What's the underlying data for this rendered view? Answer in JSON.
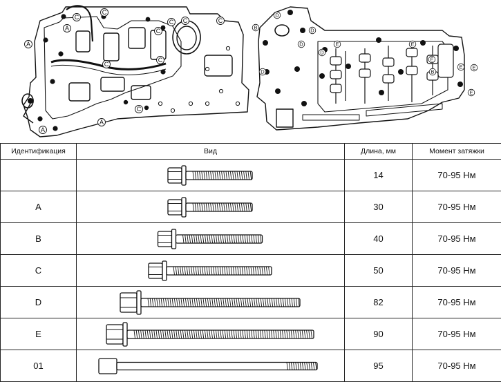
{
  "callouts_left": [
    "C",
    "C",
    "C",
    "C",
    "C",
    "C",
    "C",
    "C",
    "C",
    "A",
    "A",
    "A",
    "A"
  ],
  "callouts_right": [
    "D",
    "D",
    "D",
    "D",
    "D",
    "E",
    "E",
    "E",
    "E",
    "E",
    "E",
    "B",
    "B"
  ],
  "table": {
    "headers": {
      "id": "Идентификация",
      "view": "Вид",
      "length": "Длина, мм",
      "torque": "Момент затяжки"
    },
    "rows": [
      {
        "id": "",
        "length": "14",
        "torque": "70-95 Нм"
      },
      {
        "id": "A",
        "length": "30",
        "torque": "70-95 Нм"
      },
      {
        "id": "B",
        "length": "40",
        "torque": "70-95 Нм"
      },
      {
        "id": "C",
        "length": "50",
        "torque": "70-95 Нм"
      },
      {
        "id": "D",
        "length": "82",
        "torque": "70-95 Нм"
      },
      {
        "id": "E",
        "length": "90",
        "torque": "70-95 Нм"
      },
      {
        "id": "01",
        "length": "95",
        "torque": "70-95 Нм"
      }
    ]
  }
}
